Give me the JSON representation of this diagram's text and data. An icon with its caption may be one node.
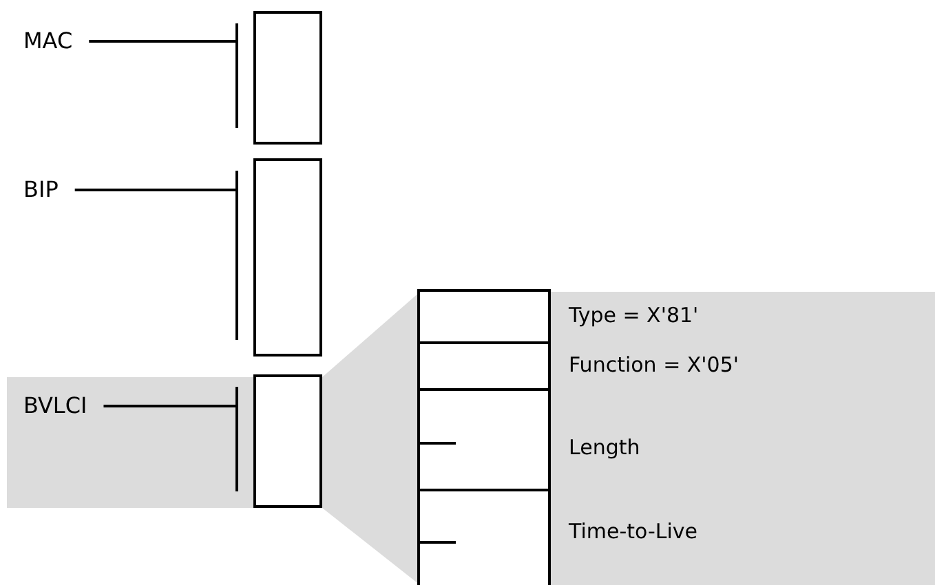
{
  "diagram": {
    "nodes": [
      {
        "text": [
          "MAC"
        ]
      },
      {
        "text": [
          "BIP"
        ]
      },
      {
        "text": [
          "BVLCI"
        ]
      },
      {
        "text": [],
        "shape": "box"
      },
      {
        "text": [],
        "shape": "box"
      },
      {
        "text": [],
        "shape": "box"
      },
      {
        "text": [
          "Type = X'81'"
        ]
      },
      {
        "text": [
          "Function = X'05'"
        ]
      },
      {
        "text": [
          "Length"
        ]
      },
      {
        "text": [
          "Time-to-Live"
        ]
      }
    ],
    "edges": [
      {
        "from": 0,
        "to": 3,
        "arrow": "other"
      },
      {
        "from": 1,
        "to": 4,
        "arrow": "other"
      },
      {
        "from": 2,
        "to": 5,
        "arrow": "other"
      }
    ]
  }
}
